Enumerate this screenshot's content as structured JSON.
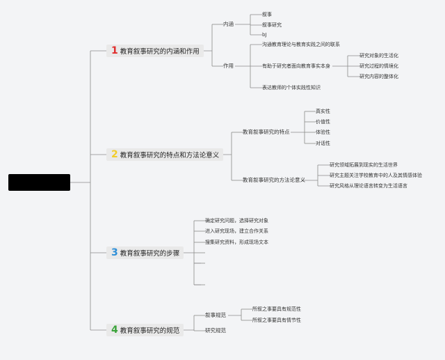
{
  "mindmap": {
    "root": {
      "label": ""
    },
    "branches": [
      {
        "num": "1",
        "num_color": "#e02d2d",
        "title": "教育叙事研究的内涵和作用",
        "children": [
          {
            "label": "内涵",
            "children": [
              {
                "label": "叙事"
              },
              {
                "label": "叙事研究"
              },
              {
                "label": "bJ"
              }
            ]
          },
          {
            "label": "作用",
            "children": [
              {
                "label": "沟通教育理论与教育实践之间的联系"
              },
              {
                "label": "有助于研究者面向教育事实本身",
                "children": [
                  {
                    "label": "研究对象的生活化"
                  },
                  {
                    "label": "研究过程的情境化"
                  },
                  {
                    "label": "研究内容的整体化"
                  }
                ]
              },
              {
                "label": "表达教师的个体实践性知识"
              }
            ]
          }
        ]
      },
      {
        "num": "2",
        "num_color": "#f2cd2a",
        "title": "教育叙事研究的特点和方法论意义",
        "children": [
          {
            "label": "教育叙事研究的特点",
            "children": [
              {
                "label": "真实性"
              },
              {
                "label": "价值性"
              },
              {
                "label": "体验性"
              },
              {
                "label": "对话性"
              }
            ]
          },
          {
            "label": "教育叙事研究的方法论意义",
            "children": [
              {
                "label": "研究领域拓展到现实的生活世界"
              },
              {
                "label": "研究主题关注学校教育中的人及其情感体验"
              },
              {
                "label": "研究风格从理论语言转变为生活语言"
              }
            ]
          }
        ]
      },
      {
        "num": "3",
        "num_color": "#2e8fd8",
        "title": "教育叙事研究的步骤",
        "children": [
          {
            "label": "确定研究问题，选择研究对象"
          },
          {
            "label": "进入研究现场，建立合作关系"
          },
          {
            "label": "搜集研究资料，形成现场文本"
          },
          {
            "label": ""
          },
          {
            "label": ""
          },
          {
            "label": ""
          }
        ]
      },
      {
        "num": "4",
        "num_color": "#3aa33a",
        "title": "教育叙事研究的规范",
        "children": [
          {
            "label": "叙事规范",
            "children": [
              {
                "label": "所叙之事要具有规范性"
              },
              {
                "label": "所叙之事要具有情节性"
              }
            ]
          },
          {
            "label": "研究规范"
          }
        ]
      }
    ]
  }
}
